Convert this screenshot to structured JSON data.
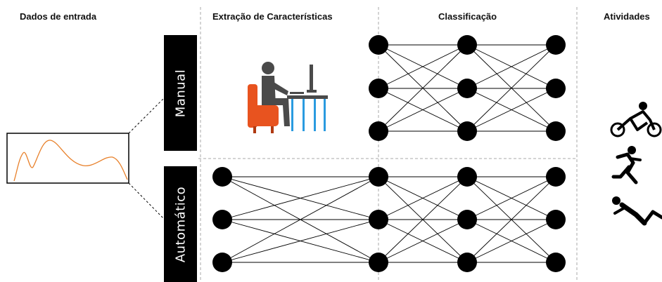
{
  "headers": {
    "input": "Dados de entrada",
    "features": "Extração de Características",
    "classification": "Classificação",
    "activities": "Atividades"
  },
  "rows": {
    "manual": "Manual",
    "automatic": "Automático"
  },
  "icons": {
    "manual_worker": "person-at-computer-icon",
    "activities": [
      "cycling-icon",
      "running-icon",
      "exercise-icon"
    ]
  },
  "colors": {
    "signal": "#e8802a",
    "chair": "#e8531f",
    "desk_legs": "#2a9be0",
    "person": "#4a4a4a",
    "node": "#000000"
  }
}
